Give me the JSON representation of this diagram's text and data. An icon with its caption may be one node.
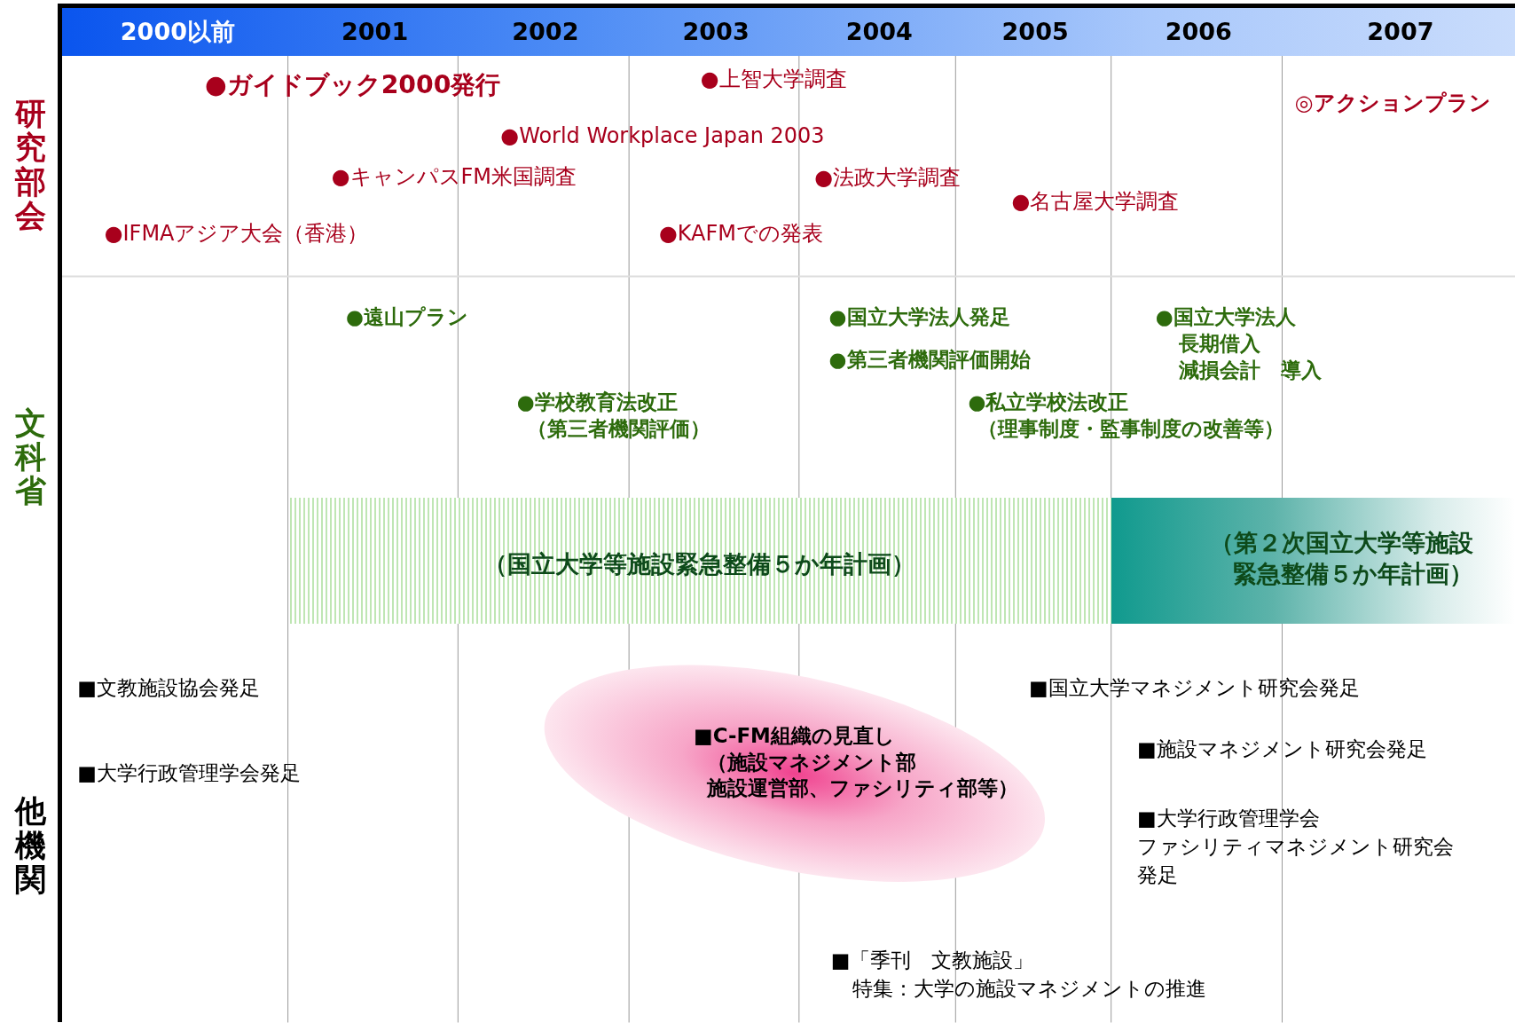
{
  "diagram": {
    "nodes": [
      {
        "text": [
          "（国立大学等施設緊急整備５か年計画）"
        ]
      },
      {
        "text": [
          "（第２次国立大学等施設緊急整備５か年計画）"
        ]
      },
      {
        "text": [
          "■C-FM組織の見直し（施設マネジメント部施設運営部、ファシリティ部等）"
        ]
      }
    ],
    "labels": [
      "2000以前",
      "2001",
      "2002",
      "2003",
      "2004",
      "2005",
      "2006",
      "2007",
      "研究部会",
      "●ガイドブック2000発行",
      "●上智大学調査",
      "◎アクションプラン",
      "●World Workplace Japan 2003",
      "●キャンパスFM米国調査",
      "●法政大学調査",
      "●名古屋大学調査",
      "●IFMAアジア大会（香港）",
      "●KAFMでの発表",
      "文科省",
      "●遠山プラン",
      "●国立大学法人発足",
      "●国立大学法人長期借入減損会計　導入",
      "●第三者機関評価開始",
      "●学校教育法改正（第三者機関評価）",
      "●私立学校法改正（理事制度・監事制度の改善等）",
      "他機関",
      "■文教施設協会発足",
      "■国立大学マネジメント研究会発足",
      "■施設マネジメント研究会発足",
      "■大学行政管理学会発足",
      "■大学行政管理学会ファシリティマネジメント研究会発足",
      "■「季刊　文教施設」特集：大学の施設マネジメントの推進"
    ]
  }
}
